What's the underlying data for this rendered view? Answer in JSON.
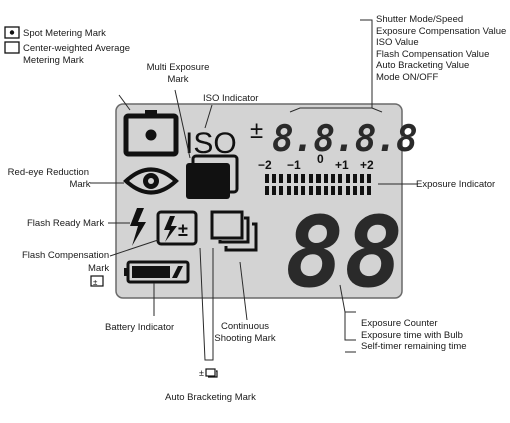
{
  "left_labels": {
    "spot_metering": "Spot Metering Mark",
    "center_weighted": [
      "Center-weighted Average",
      "Metering Mark"
    ],
    "red_eye": [
      "Red-eye Reduction",
      "Mark"
    ],
    "flash_ready": "Flash Ready Mark",
    "flash_comp": [
      "Flash Compensation",
      "Mark"
    ],
    "battery": "Battery Indicator"
  },
  "top_labels": {
    "multi_exposure": [
      "Multi Exposure",
      "Mark"
    ],
    "iso_indicator": "ISO Indicator"
  },
  "right_labels": {
    "shutter_group": [
      "Shutter Mode/Speed",
      "Exposure Compensation Value",
      "ISO Value",
      "Flash Compensation Value",
      "Auto Bracketing Value",
      "Mode ON/OFF"
    ],
    "exposure_indicator": "Exposure Indicator",
    "counter_group": [
      "Exposure Counter",
      "Exposure time with Bulb",
      "Self-timer remaining time"
    ]
  },
  "bottom_labels": {
    "continuous": [
      "Continuous",
      "Shooting Mark"
    ],
    "auto_bracketing": "Auto Bracketing Mark"
  },
  "lcd": {
    "iso_text": "ISO",
    "plus_minus": "±",
    "seg_value": "8.8.8.8",
    "scale": [
      "−2",
      "−1",
      "0",
      "+1",
      "+2"
    ],
    "counter": "88"
  }
}
